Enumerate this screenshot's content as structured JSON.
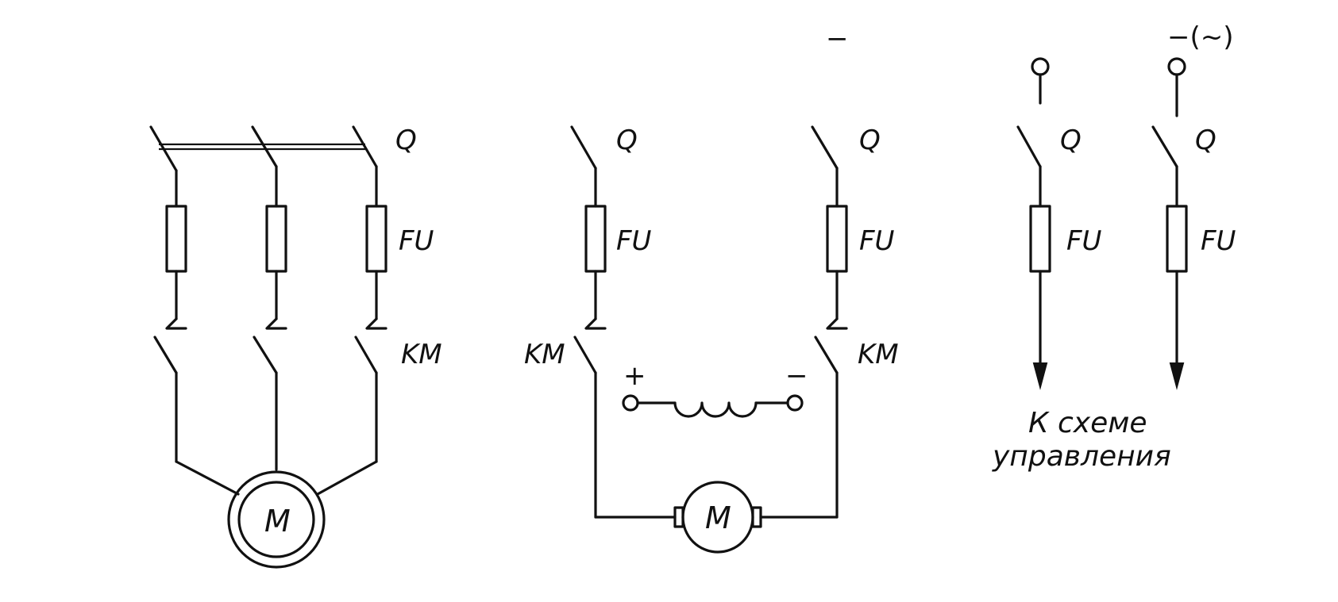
{
  "labels": {
    "switch": "Q",
    "fuse": "FU",
    "contactor": "KM",
    "motor": "M",
    "plus": "+",
    "minus": "−",
    "dc_supply": "−",
    "ac_dc_supply": "−(~)",
    "caption_line1": "К схеме",
    "caption_line2": "управления"
  }
}
